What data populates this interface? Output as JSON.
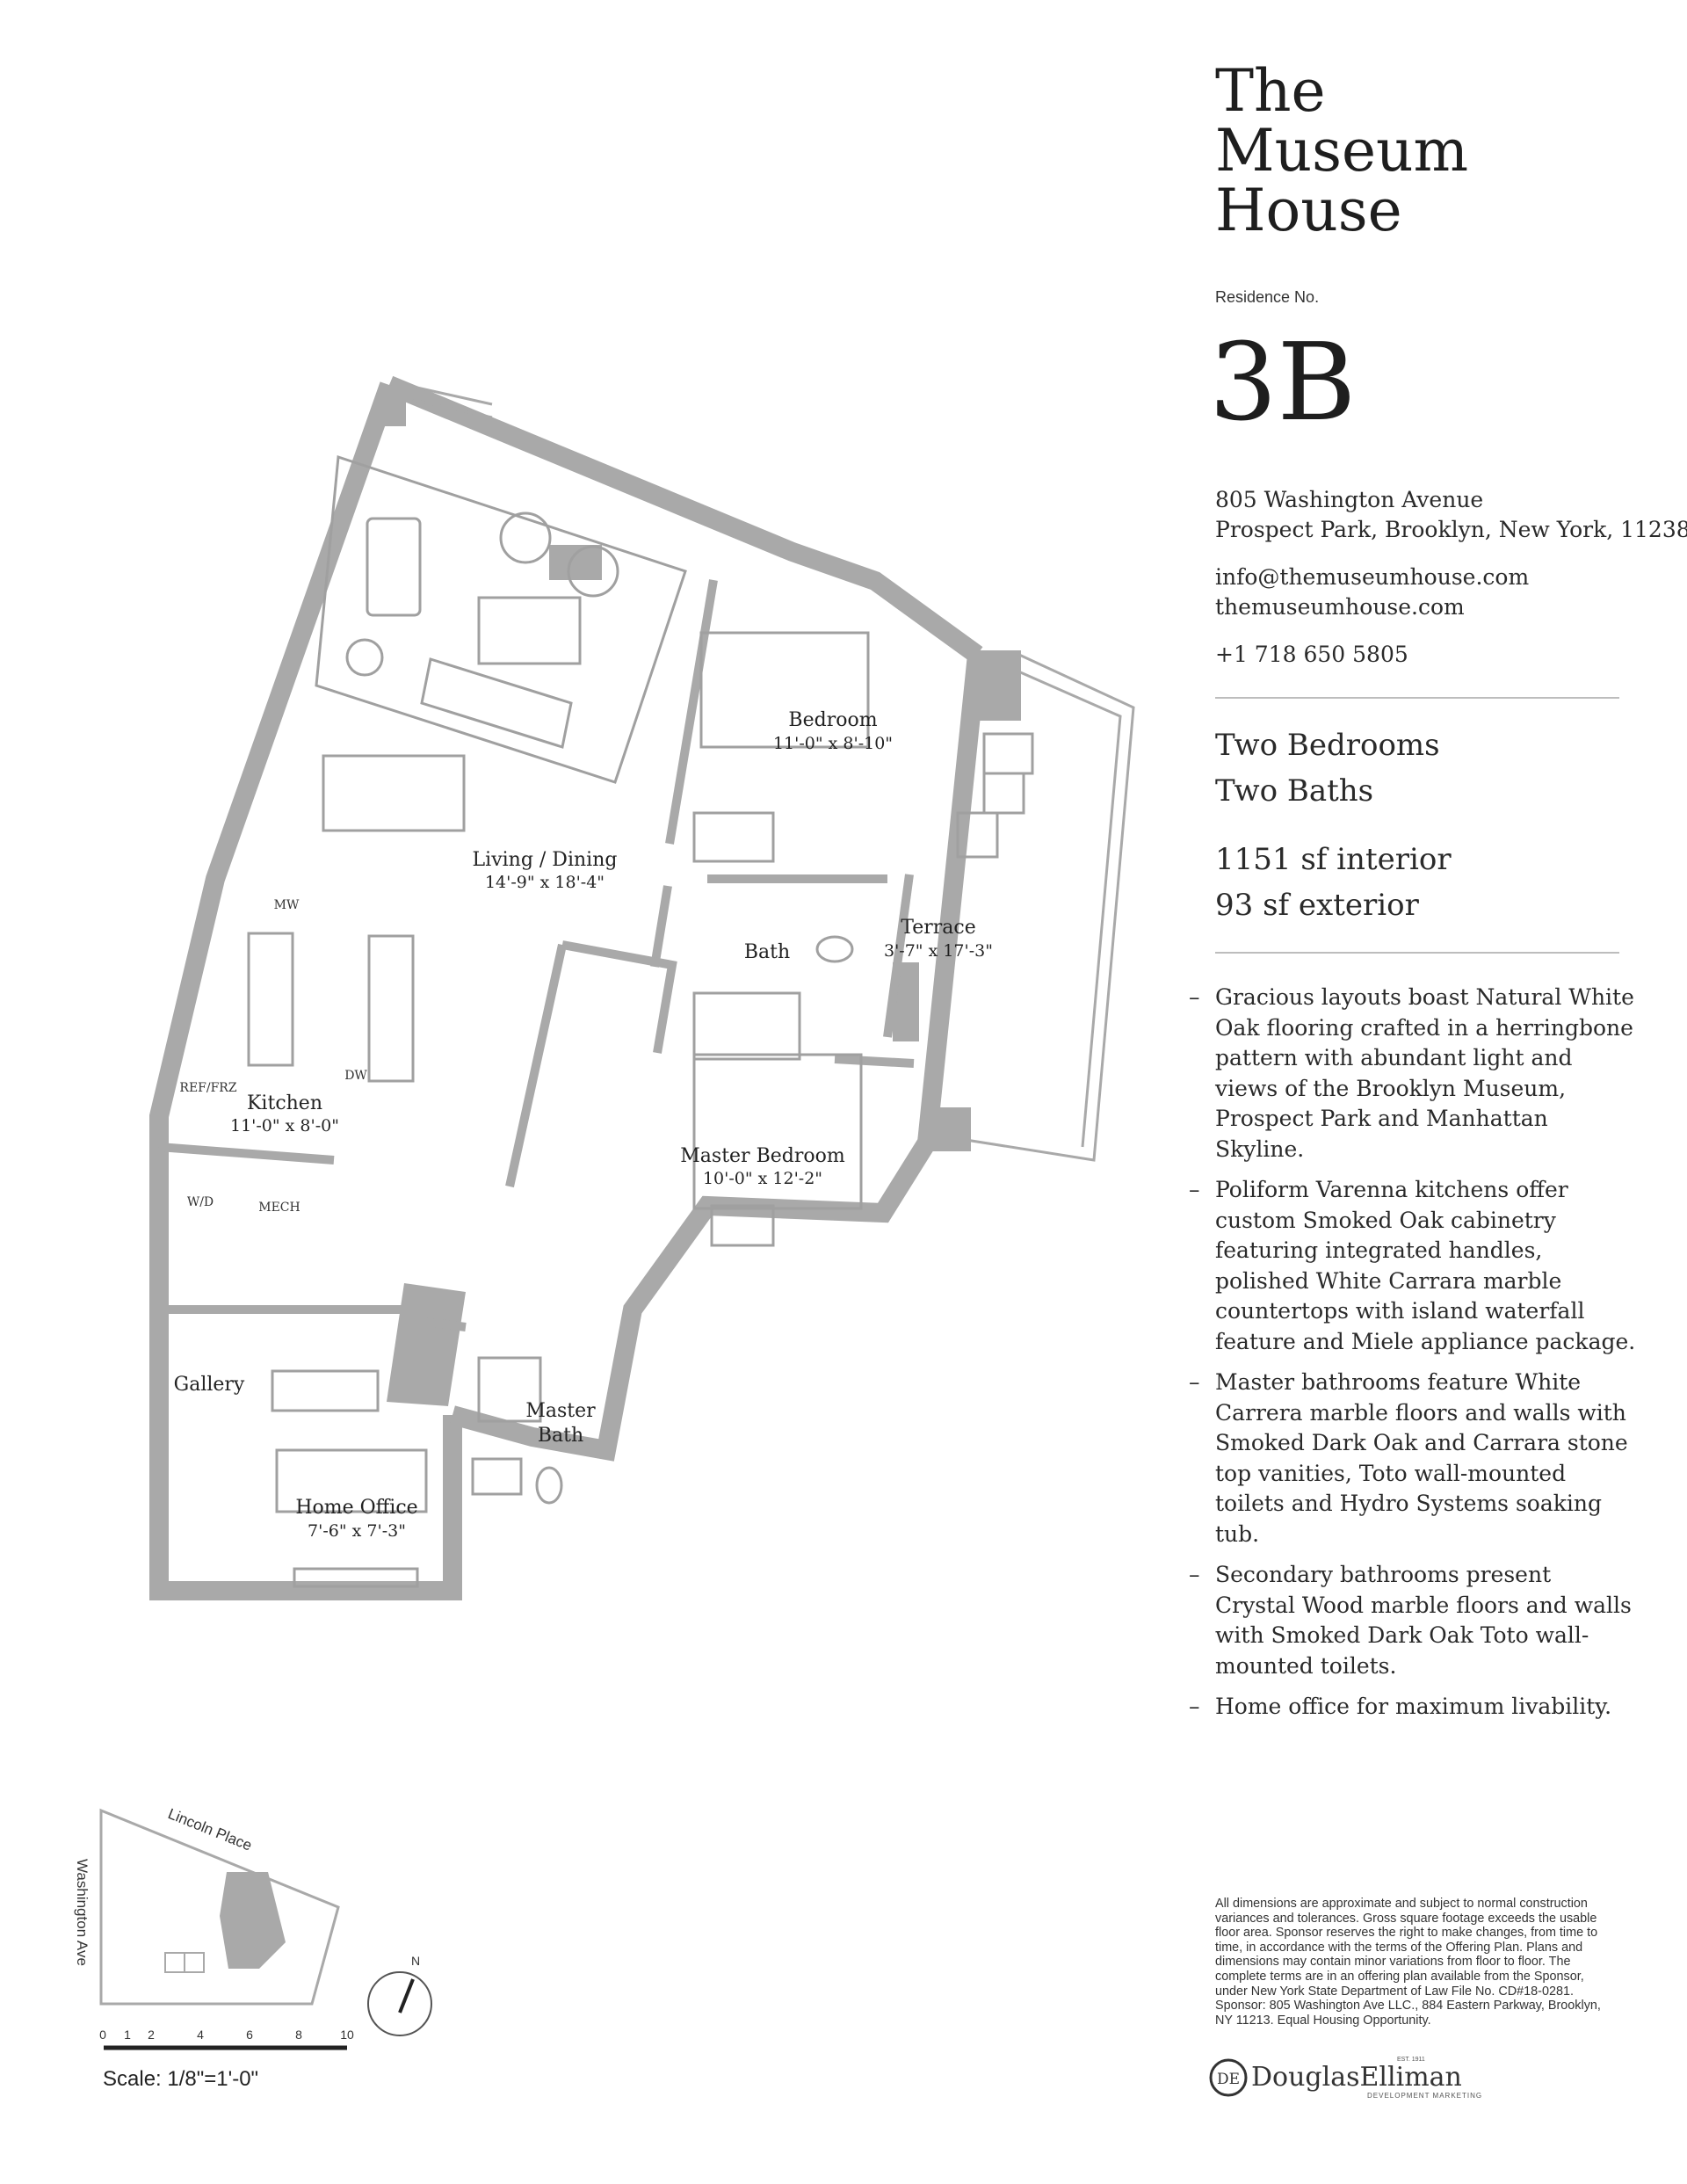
{
  "brand": {
    "line1": "The",
    "line2": "Museum",
    "line3": "House"
  },
  "residence": {
    "label": "Residence No.",
    "number": "3B"
  },
  "address": {
    "line1": "805 Washington Avenue",
    "line2": "Prospect Park, Brooklyn, New York, 11238"
  },
  "contact": {
    "email": "info@themuseumhouse.com",
    "website": "themuseumhouse.com",
    "phone": "+1 718 650 5805"
  },
  "summary": {
    "bedrooms": "Two Bedrooms",
    "baths": "Two Baths",
    "interior": "1151 sf interior",
    "exterior": "93 sf exterior"
  },
  "features": [
    "Gracious layouts boast Natural White Oak flooring crafted in a herringbone pattern with abundant light and views of the Brooklyn Museum, Prospect Park and Manhattan Skyline.",
    "Poliform Varenna kitchens offer custom Smoked Oak cabinetry featuring integrated handles, polished White Carrara marble countertops with island waterfall feature and Miele appliance package.",
    "Master bathrooms feature White Carrera marble floors and walls with Smoked Dark Oak and Carrara stone top vanities, Toto wall-mounted toilets and Hydro Systems soaking tub.",
    "Secondary bathrooms present Crystal Wood marble floors and walls with Smoked Dark Oak Toto wall-mounted toilets.",
    "Home office for maximum livability."
  ],
  "bullet": "–",
  "disclaimer": "All dimensions are approximate and subject to normal construction variances and tolerances. Gross square footage exceeds the usable floor area. Sponsor reserves the right to make changes, from time to time, in accordance with the terms of the Offering Plan. Plans and dimensions may contain minor variations from floor to floor. The complete terms are in an offering plan available from the Sponsor, under New York State Department of Law File No. CD#18-0281. Sponsor: 805 Washington Ave LLC., 884 Eastern Parkway, Brooklyn, NY 11213. Equal Housing Opportunity.",
  "logo": {
    "name": "DouglasElliman",
    "monogram": "DE",
    "tagline": "DEVELOPMENT MARKETING",
    "est": "EST. 1911"
  },
  "rooms": {
    "bedroom": {
      "name": "Bedroom",
      "dims": "11'-0\" x 8'-10\""
    },
    "living": {
      "name": "Living / Dining",
      "dims": "14'-9\" x 18'-4\""
    },
    "terrace": {
      "name": "Terrace",
      "dims": "3'-7\" x 17'-3\""
    },
    "bath": {
      "name": "Bath"
    },
    "kitchen": {
      "name": "Kitchen",
      "dims": "11'-0\" x 8'-0\""
    },
    "master": {
      "name": "Master Bedroom",
      "dims": "10'-0\" x 12'-2\""
    },
    "gallery": {
      "name": "Gallery"
    },
    "master_bath": {
      "line1": "Master",
      "line2": "Bath"
    },
    "office": {
      "name": "Home Office",
      "dims": "7'-6\" x 7'-3\""
    }
  },
  "appliances": {
    "mw": "MW",
    "dw": "DW",
    "ref": "REF/FRZ",
    "wd": "W/D",
    "mech": "MECH"
  },
  "keyplan": {
    "street_top": "Lincoln Place",
    "street_left": "Washington Ave",
    "north": "N"
  },
  "scale": {
    "ticks": [
      "0",
      "1",
      "2",
      "4",
      "6",
      "8",
      "10"
    ],
    "label": "Scale: 1/8\"=1'-0\""
  }
}
